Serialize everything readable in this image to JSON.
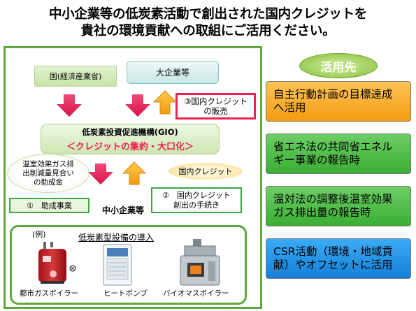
{
  "header": {
    "line1": "中小企業等の低炭素活動で創出された国内クレジットを",
    "line2": "貴社の環境貢献への取組にご活用ください。"
  },
  "diagram": {
    "ministry": "国(経済産業省)",
    "large_companies": "大企業等",
    "sales": {
      "line1": "③国内クレジット",
      "line2": "の販売"
    },
    "gio": {
      "name": "低炭素投資促進機構(GIO)",
      "sub": "＜クレジットの集約・大口化＞"
    },
    "ghg": {
      "line1": "温室効果ガス排",
      "line2": "出削減量見合い",
      "line3": "の助成金"
    },
    "domestic_credit": "国内クレジット",
    "grant_project": "①　助成事業",
    "procedure": {
      "line1": "②　国内クレジット",
      "line2": "創出の手続き"
    },
    "sme": "中小企業等",
    "example": {
      "label": "(例)",
      "title": "低炭素型設備の導入",
      "equipment": [
        "都市ガスボイラー",
        "ヒートポンプ",
        "バイオマスボイラー"
      ]
    }
  },
  "uses": {
    "header": "活用先",
    "items": [
      {
        "line1": "自主行動計画の目標達成",
        "line2": "へ活用"
      },
      {
        "line1": "省エネ法の共同省エネル",
        "line2": "ギー事業の報告時"
      },
      {
        "line1": "温対法の調整後温室効果",
        "line2": "ガス排出量の報告時"
      },
      {
        "line1": "CSR活動（環境・地域貢",
        "line2": "献）やオフセットに活用"
      }
    ]
  },
  "colors": {
    "frame_green": "#5fa83c",
    "arrow_pink": "#e8244e",
    "arrow_orange": "#f6a623"
  }
}
